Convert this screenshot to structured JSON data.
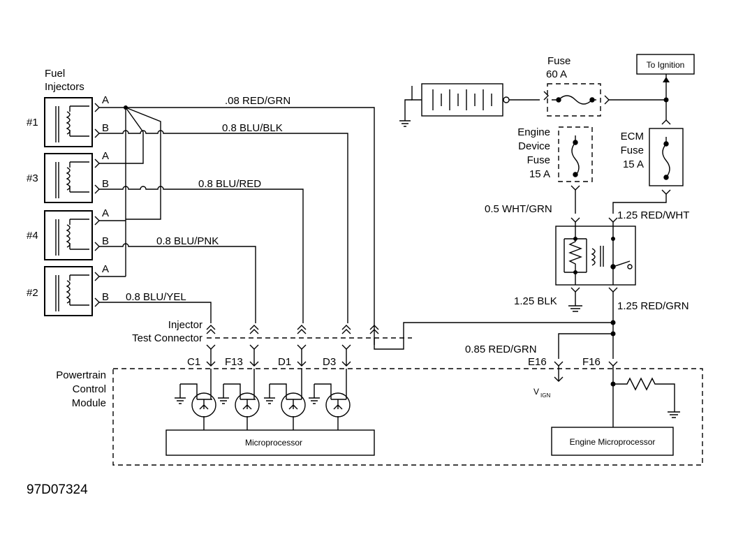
{
  "labels": {
    "fuel_injectors": [
      "Fuel",
      "Injectors"
    ],
    "injector_numbers": [
      "#1",
      "#3",
      "#4",
      "#2"
    ],
    "pin_a": "A",
    "pin_b": "B",
    "wires": {
      "red_grn": ".08 RED/GRN",
      "blu_blk": "0.8 BLU/BLK",
      "blu_red": "0.8 BLU/RED",
      "blu_pnk": "0.8 BLU/PNK",
      "blu_yel": "0.8 BLU/YEL",
      "wht_grn": "0.5 WHT/GRN",
      "red_wht": "1.25 RED/WHT",
      "blk": "1.25 BLK",
      "red_grn_125": "1.25 RED/GRN",
      "red_grn_085": "0.85 RED/GRN"
    },
    "test_connector": [
      "Injector",
      "Test Connector"
    ],
    "pins": [
      "C1",
      "F13",
      "D1",
      "D3",
      "E16",
      "F16"
    ],
    "pcm": [
      "Powertrain",
      "Control",
      "Module"
    ],
    "microprocessor": "Microprocessor",
    "engine_microprocessor": "Engine Microprocessor",
    "fuse_main": [
      "Fuse",
      "60 A"
    ],
    "to_ignition": "To Ignition",
    "engine_device_fuse": [
      "Engine",
      "Device",
      "Fuse",
      "15 A"
    ],
    "ecm_fuse": [
      "ECM",
      "Fuse",
      "15 A"
    ],
    "vign": "V",
    "vign_sub": "IGN",
    "figure_id": "97D07324"
  }
}
